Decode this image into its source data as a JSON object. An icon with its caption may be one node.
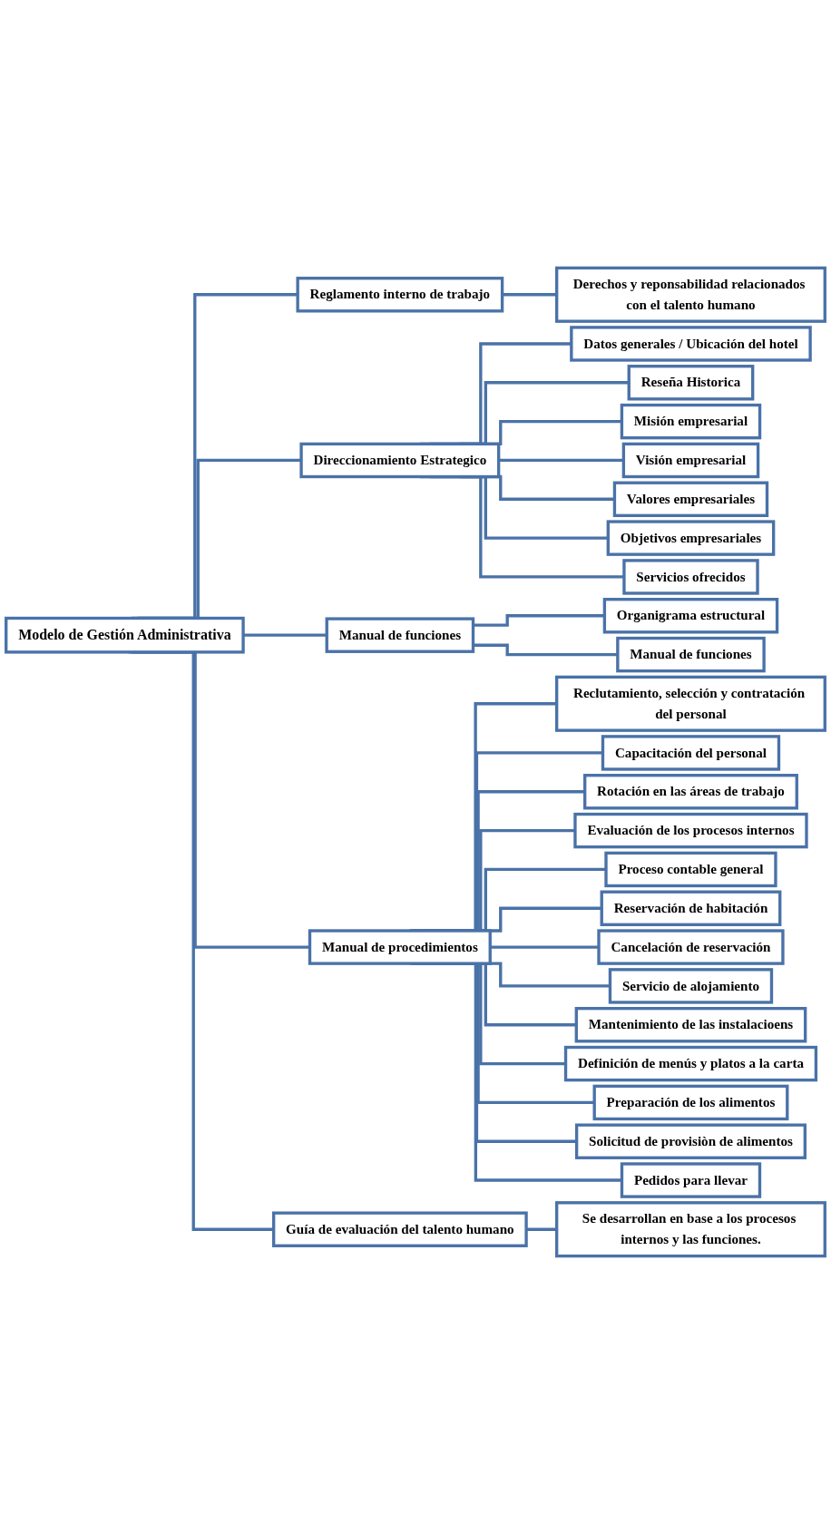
{
  "diagram": {
    "nodes": [
      {
        "text": [
          "Modelo de Gestión Administrativa"
        ]
      },
      {
        "text": [
          "Reglamento interno de trabajo"
        ]
      },
      {
        "text": [
          "Derechos y reponsabilidad relacionados con el talento humano"
        ]
      },
      {
        "text": [
          "Direccionamiento Estrategico"
        ]
      },
      {
        "text": [
          "Datos generales / Ubicación del hotel"
        ]
      },
      {
        "text": [
          "Reseña Historica"
        ]
      },
      {
        "text": [
          "Misión empresarial"
        ]
      },
      {
        "text": [
          "Visión empresarial"
        ]
      },
      {
        "text": [
          "Valores empresariales"
        ]
      },
      {
        "text": [
          "Objetivos empresariales"
        ]
      },
      {
        "text": [
          "Servicios ofrecidos"
        ]
      },
      {
        "text": [
          "Manual de funciones"
        ]
      },
      {
        "text": [
          "Organigrama estructural"
        ]
      },
      {
        "text": [
          "Manual de funciones"
        ]
      },
      {
        "text": [
          "Manual de procedimientos"
        ]
      },
      {
        "text": [
          "Reclutamiento, selección y contratación del personal"
        ]
      },
      {
        "text": [
          "Capacitación del personal"
        ]
      },
      {
        "text": [
          "Rotación en las áreas de trabajo"
        ]
      },
      {
        "text": [
          "Evaluación de los procesos internos"
        ]
      },
      {
        "text": [
          "Proceso contable general"
        ]
      },
      {
        "text": [
          "Reservación de habitación"
        ]
      },
      {
        "text": [
          "Cancelación de reservación"
        ]
      },
      {
        "text": [
          "Servicio de alojamiento"
        ]
      },
      {
        "text": [
          "Mantenimiento de las instalacioens"
        ]
      },
      {
        "text": [
          "Definición de menús y platos a la carta"
        ]
      },
      {
        "text": [
          "Preparación de los alimentos"
        ]
      },
      {
        "text": [
          "Solicitud de provisiòn de alimentos"
        ]
      },
      {
        "text": [
          "Pedidos para llevar"
        ]
      },
      {
        "text": [
          "Guía de evaluación del talento humano"
        ]
      },
      {
        "text": [
          "Se desarrollan en base a los procesos internos y las funciones."
        ]
      }
    ],
    "edges": [
      {
        "from": 0,
        "to": 1,
        "arrow": "none"
      },
      {
        "from": 1,
        "to": 2,
        "arrow": "none"
      },
      {
        "from": 0,
        "to": 3,
        "arrow": "none"
      },
      {
        "from": 3,
        "to": 4,
        "arrow": "none"
      },
      {
        "from": 3,
        "to": 5,
        "arrow": "none"
      },
      {
        "from": 3,
        "to": 6,
        "arrow": "none"
      },
      {
        "from": 3,
        "to": 7,
        "arrow": "none"
      },
      {
        "from": 3,
        "to": 8,
        "arrow": "none"
      },
      {
        "from": 3,
        "to": 9,
        "arrow": "none"
      },
      {
        "from": 3,
        "to": 10,
        "arrow": "none"
      },
      {
        "from": 0,
        "to": 11,
        "arrow": "none"
      },
      {
        "from": 11,
        "to": 12,
        "arrow": "none"
      },
      {
        "from": 11,
        "to": 13,
        "arrow": "none"
      },
      {
        "from": 0,
        "to": 14,
        "arrow": "none"
      },
      {
        "from": 14,
        "to": 15,
        "arrow": "none"
      },
      {
        "from": 14,
        "to": 16,
        "arrow": "none"
      },
      {
        "from": 14,
        "to": 17,
        "arrow": "none"
      },
      {
        "from": 14,
        "to": 18,
        "arrow": "none"
      },
      {
        "from": 14,
        "to": 19,
        "arrow": "none"
      },
      {
        "from": 14,
        "to": 20,
        "arrow": "none"
      },
      {
        "from": 14,
        "to": 21,
        "arrow": "none"
      },
      {
        "from": 14,
        "to": 22,
        "arrow": "none"
      },
      {
        "from": 14,
        "to": 23,
        "arrow": "none"
      },
      {
        "from": 14,
        "to": 24,
        "arrow": "none"
      },
      {
        "from": 14,
        "to": 25,
        "arrow": "none"
      },
      {
        "from": 14,
        "to": 26,
        "arrow": "none"
      },
      {
        "from": 14,
        "to": 27,
        "arrow": "none"
      },
      {
        "from": 0,
        "to": 28,
        "arrow": "none"
      },
      {
        "from": 28,
        "to": 29,
        "arrow": "none"
      }
    ]
  }
}
